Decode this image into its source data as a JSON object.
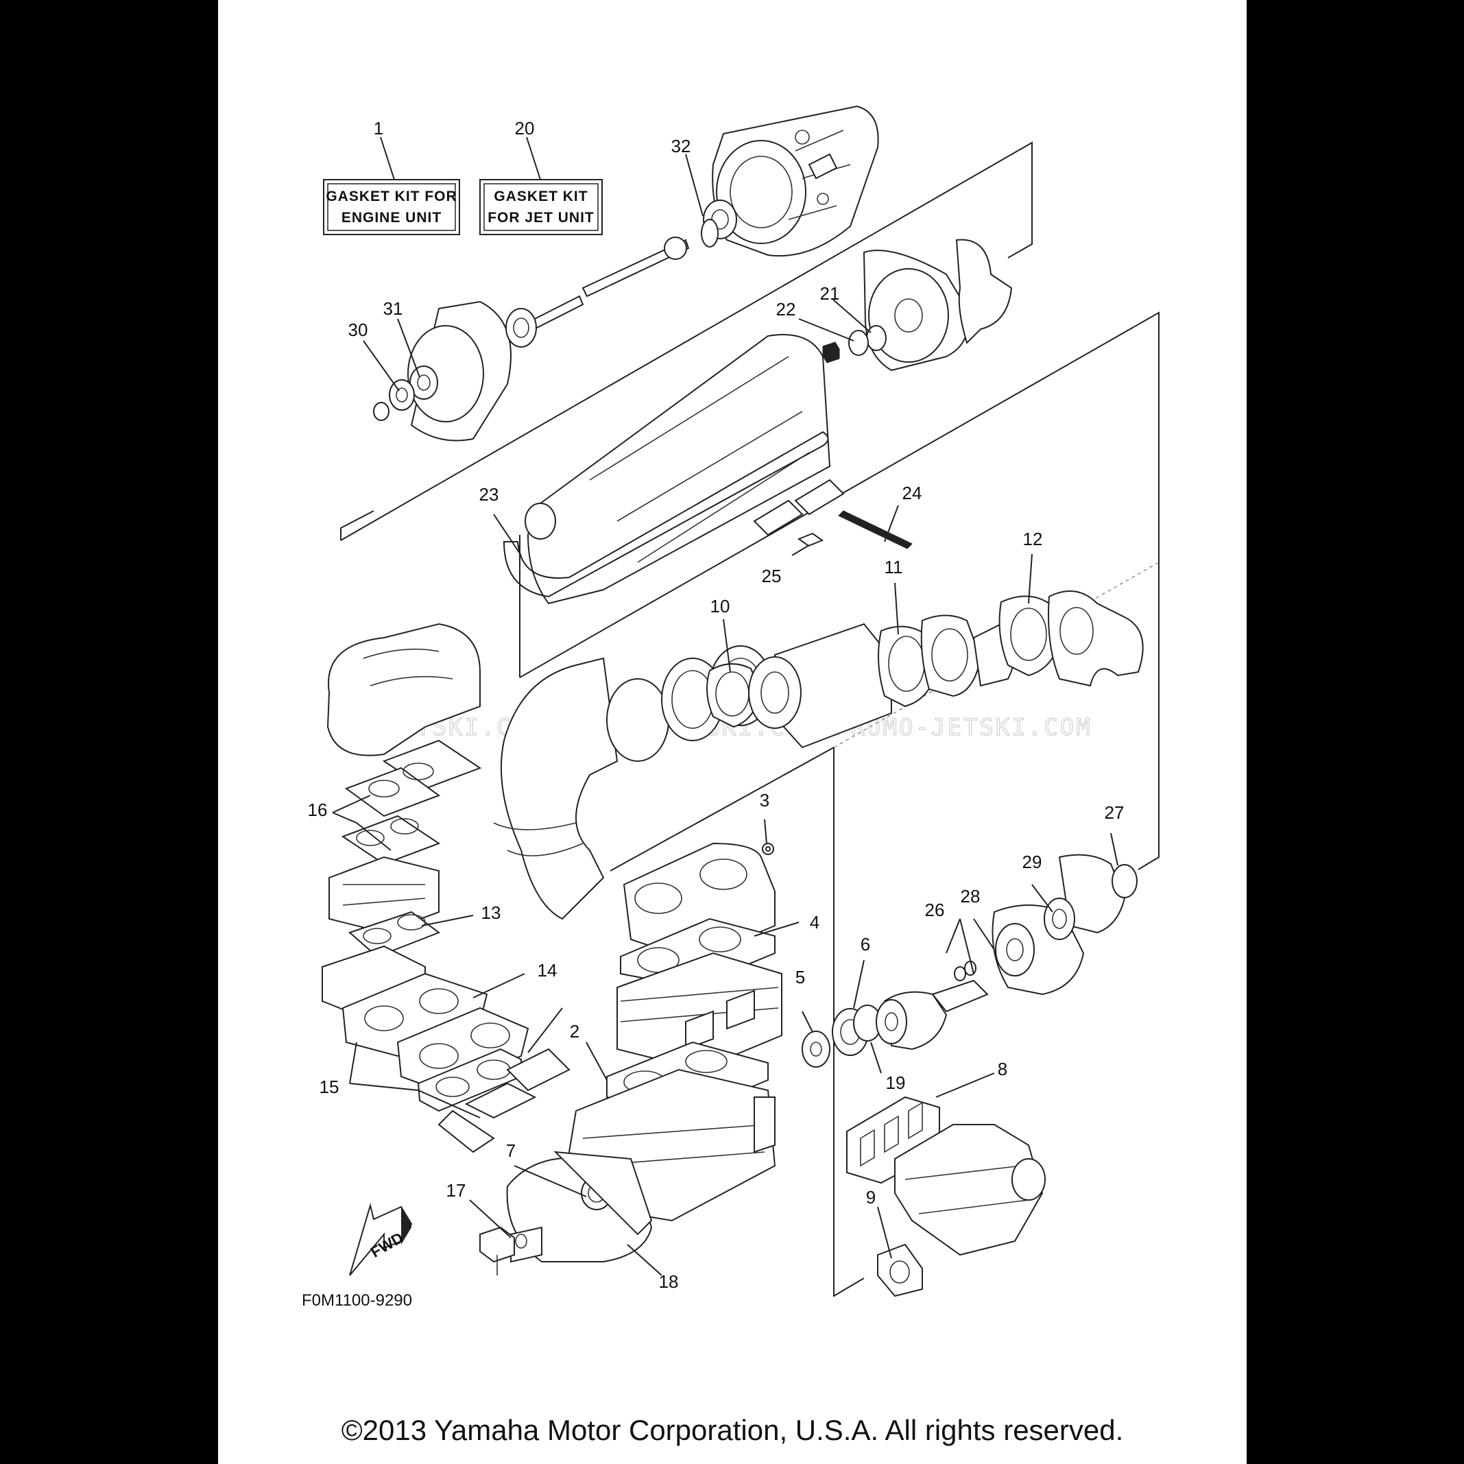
{
  "diagram": {
    "kit_labels": [
      {
        "ref": "1",
        "text": [
          "GASKET KIT FOR",
          "ENGINE UNIT"
        ]
      },
      {
        "ref": "20",
        "text": [
          "GASKET KIT",
          "FOR JET UNIT"
        ]
      }
    ],
    "callouts": [
      "1",
      "2",
      "3",
      "4",
      "5",
      "6",
      "7",
      "8",
      "9",
      "10",
      "11",
      "12",
      "13",
      "14",
      "15",
      "16",
      "17",
      "18",
      "19",
      "20",
      "21",
      "22",
      "23",
      "24",
      "25",
      "26",
      "27",
      "28",
      "29",
      "30",
      "31",
      "32"
    ],
    "fwd_label": "FWD",
    "figure_code": "F0M1100-9290",
    "watermark": "JETSKI.COM PROMO-JETSKI.COM PROMO-JETSKI.COM"
  },
  "footer": {
    "copyright": "©2013 Yamaha Motor Corporation, U.S.A. All rights reserved."
  }
}
